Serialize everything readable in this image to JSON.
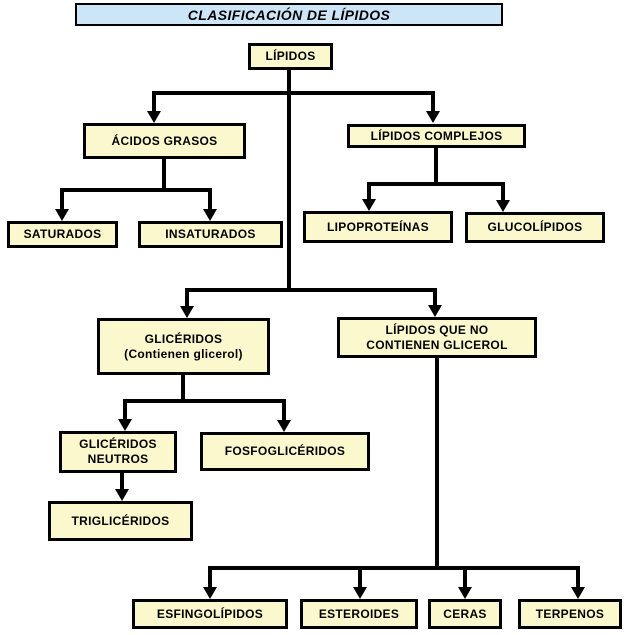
{
  "title": {
    "label": "CLASIFICACIÓN DE LÍPIDOS"
  },
  "colors": {
    "node_fill": "#FAF8CC",
    "title_fill": "#CDE6F7",
    "border_and_lines": "#000000",
    "background": "#FFFFFF"
  },
  "nodes": {
    "lipidos": {
      "label": "LÍPIDOS"
    },
    "acidos_grasos": {
      "label": "ÁCIDOS GRASOS"
    },
    "saturados": {
      "label": "SATURADOS"
    },
    "insaturados": {
      "label": "INSATURADOS"
    },
    "lipidos_complejos": {
      "label": "LÍPIDOS COMPLEJOS"
    },
    "lipoproteinas": {
      "label": "LIPOPROTEÍNAS"
    },
    "glucolipidos": {
      "label": "GLUCOLÍPIDOS"
    },
    "gliceridos": {
      "label": "GLICÉRIDOS",
      "sublabel": "(Contienen glicerol)"
    },
    "lipidos_no_glicerol": {
      "line1": "LÍPIDOS QUE NO",
      "line2": "CONTIENEN GLICEROL"
    },
    "gliceridos_neutros": {
      "line1": "GLICÉRIDOS",
      "line2": "NEUTROS"
    },
    "fosfogliceridos": {
      "label": "FOSFOGLICÉRIDOS"
    },
    "trigliceridos": {
      "label": "TRIGLICÉRIDOS"
    },
    "esfingolipidos": {
      "label": "ESFINGOLÍPIDOS"
    },
    "esteroides": {
      "label": "ESTEROIDES"
    },
    "ceras": {
      "label": "CERAS"
    },
    "terpenos": {
      "label": "TERPENOS"
    }
  },
  "edges": [
    {
      "from": "LÍPIDOS",
      "to": [
        "ÁCIDOS GRASOS",
        "LÍPIDOS COMPLEJOS",
        "GLICÉRIDOS",
        "LÍPIDOS QUE NO CONTIENEN GLICEROL"
      ]
    },
    {
      "from": "ÁCIDOS GRASOS",
      "to": [
        "SATURADOS",
        "INSATURADOS"
      ]
    },
    {
      "from": "LÍPIDOS COMPLEJOS",
      "to": [
        "LIPOPROTEÍNAS",
        "GLUCOLÍPIDOS"
      ]
    },
    {
      "from": "GLICÉRIDOS",
      "to": [
        "GLICÉRIDOS NEUTROS",
        "FOSFOGLICÉRIDOS"
      ]
    },
    {
      "from": "GLICÉRIDOS NEUTROS",
      "to": [
        "TRIGLICÉRIDOS"
      ]
    },
    {
      "from": "LÍPIDOS QUE NO CONTIENEN GLICEROL",
      "to": [
        "ESFINGOLÍPIDOS",
        "ESTEROIDES",
        "CERAS",
        "TERPENOS"
      ]
    }
  ]
}
